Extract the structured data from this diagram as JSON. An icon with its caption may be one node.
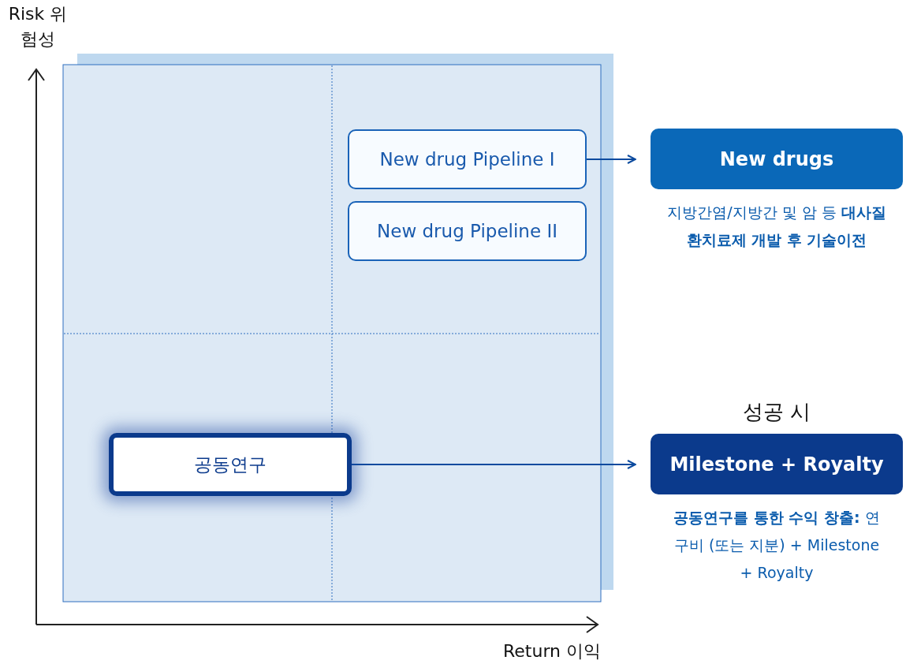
{
  "diagram": {
    "nodes": [
      {
        "text": [
          "New drug Pipeline I"
        ]
      },
      {
        "text": [
          "New drug Pipeline II"
        ]
      },
      {
        "text": [
          "공동연구"
        ]
      },
      {
        "text": [
          "New drugs"
        ],
        "beside": [
          "지방간염/지방간 및 암 등 **대사질환치료제 개발 후 기술이전**"
        ]
      },
      {
        "text": [
          "성공 시",
          "Milestone + Royalty"
        ],
        "beside": [
          "**공동연구를 통한 수익 창출:** 연구비 (또는 지분) + Milestone + Royalty"
        ]
      }
    ],
    "edges": [
      {
        "from": 0,
        "to": 3,
        "arrow": "to"
      },
      {
        "from": 2,
        "to": 4,
        "arrow": "to"
      }
    ],
    "labels": [
      "Risk 위험성",
      "Return 이익"
    ]
  }
}
